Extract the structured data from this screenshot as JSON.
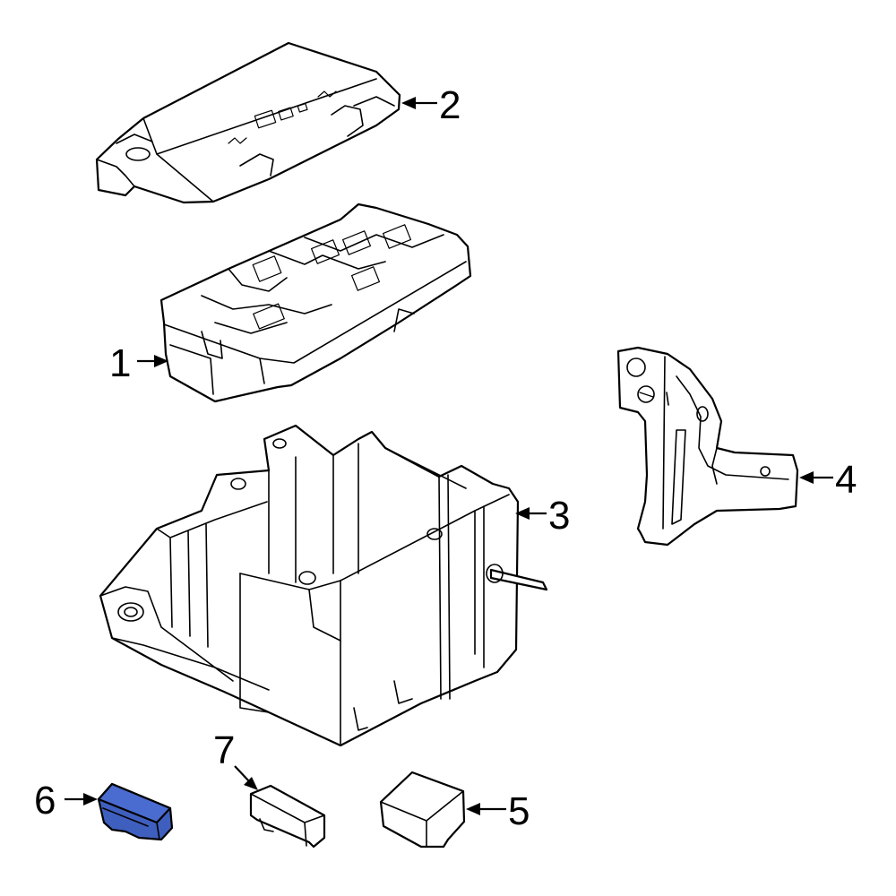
{
  "callouts": [
    {
      "number": "1",
      "part": "fuse-relay-box"
    },
    {
      "number": "2",
      "part": "fuse-box-cover"
    },
    {
      "number": "3",
      "part": "mounting-tray"
    },
    {
      "number": "4",
      "part": "mounting-bracket"
    },
    {
      "number": "5",
      "part": "relay"
    },
    {
      "number": "6",
      "part": "fuse"
    },
    {
      "number": "7",
      "part": "fuse-small"
    }
  ],
  "colors": {
    "line": "#000000",
    "background": "#ffffff",
    "highlight": "#3f5fbf"
  },
  "highlighted_part": "6"
}
